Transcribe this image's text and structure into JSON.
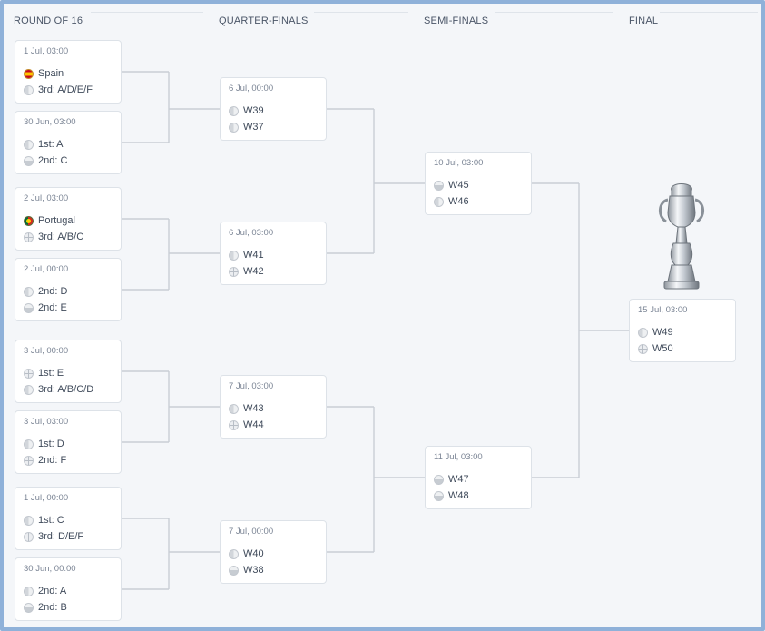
{
  "rounds": {
    "r16": "ROUND OF 16",
    "qf": "QUARTER-FINALS",
    "sf": "SEMI-FINALS",
    "final": "FINAL"
  },
  "matches": {
    "r16": [
      {
        "date": "1 Jul, 03:00",
        "t1": "Spain",
        "t2": "3rd: A/D/E/F"
      },
      {
        "date": "30 Jun, 03:00",
        "t1": "1st: A",
        "t2": "2nd: C"
      },
      {
        "date": "2 Jul, 03:00",
        "t1": "Portugal",
        "t2": "3rd: A/B/C"
      },
      {
        "date": "2 Jul, 00:00",
        "t1": "2nd: D",
        "t2": "2nd: E"
      },
      {
        "date": "3 Jul, 00:00",
        "t1": "1st: E",
        "t2": "3rd: A/B/C/D"
      },
      {
        "date": "3 Jul, 03:00",
        "t1": "1st: D",
        "t2": "2nd: F"
      },
      {
        "date": "1 Jul, 00:00",
        "t1": "1st: C",
        "t2": "3rd: D/E/F"
      },
      {
        "date": "30 Jun, 00:00",
        "t1": "2nd: A",
        "t2": "2nd: B"
      }
    ],
    "qf": [
      {
        "date": "6 Jul, 00:00",
        "t1": "W39",
        "t2": "W37"
      },
      {
        "date": "6 Jul, 03:00",
        "t1": "W41",
        "t2": "W42"
      },
      {
        "date": "7 Jul, 03:00",
        "t1": "W43",
        "t2": "W44"
      },
      {
        "date": "7 Jul, 00:00",
        "t1": "W40",
        "t2": "W38"
      }
    ],
    "sf": [
      {
        "date": "10 Jul, 03:00",
        "t1": "W45",
        "t2": "W46"
      },
      {
        "date": "11 Jul, 03:00",
        "t1": "W47",
        "t2": "W48"
      }
    ],
    "final": [
      {
        "date": "15 Jul, 03:00",
        "t1": "W49",
        "t2": "W50"
      }
    ]
  },
  "icons": {
    "r16": [
      [
        "spain-flag-icon",
        "half-shield-icon"
      ],
      [
        "half-shield-icon",
        "band-shield-icon"
      ],
      [
        "portugal-flag-icon",
        "cross-shield-icon"
      ],
      [
        "half-shield-icon",
        "band-shield-icon"
      ],
      [
        "cross-shield-icon",
        "half-shield-icon"
      ],
      [
        "half-shield-icon",
        "cross-shield-icon"
      ],
      [
        "half-shield-icon",
        "cross-shield-icon"
      ],
      [
        "half-shield-icon",
        "band-shield-icon"
      ]
    ],
    "qf": [
      [
        "half-shield-icon",
        "half-shield-icon"
      ],
      [
        "half-shield-icon",
        "cross-shield-icon"
      ],
      [
        "half-shield-icon",
        "cross-shield-icon"
      ],
      [
        "half-shield-icon",
        "band-shield-icon"
      ]
    ],
    "sf": [
      [
        "band-shield-icon",
        "half-shield-icon"
      ],
      [
        "band-shield-icon",
        "band-shield-icon"
      ]
    ],
    "final": [
      [
        "half-shield-icon",
        "cross-shield-icon"
      ]
    ]
  },
  "colors": {
    "frame": "#8fb1d9",
    "connector": "#c9ced5",
    "text": "#3f4a5a",
    "date": "#7a8494"
  }
}
